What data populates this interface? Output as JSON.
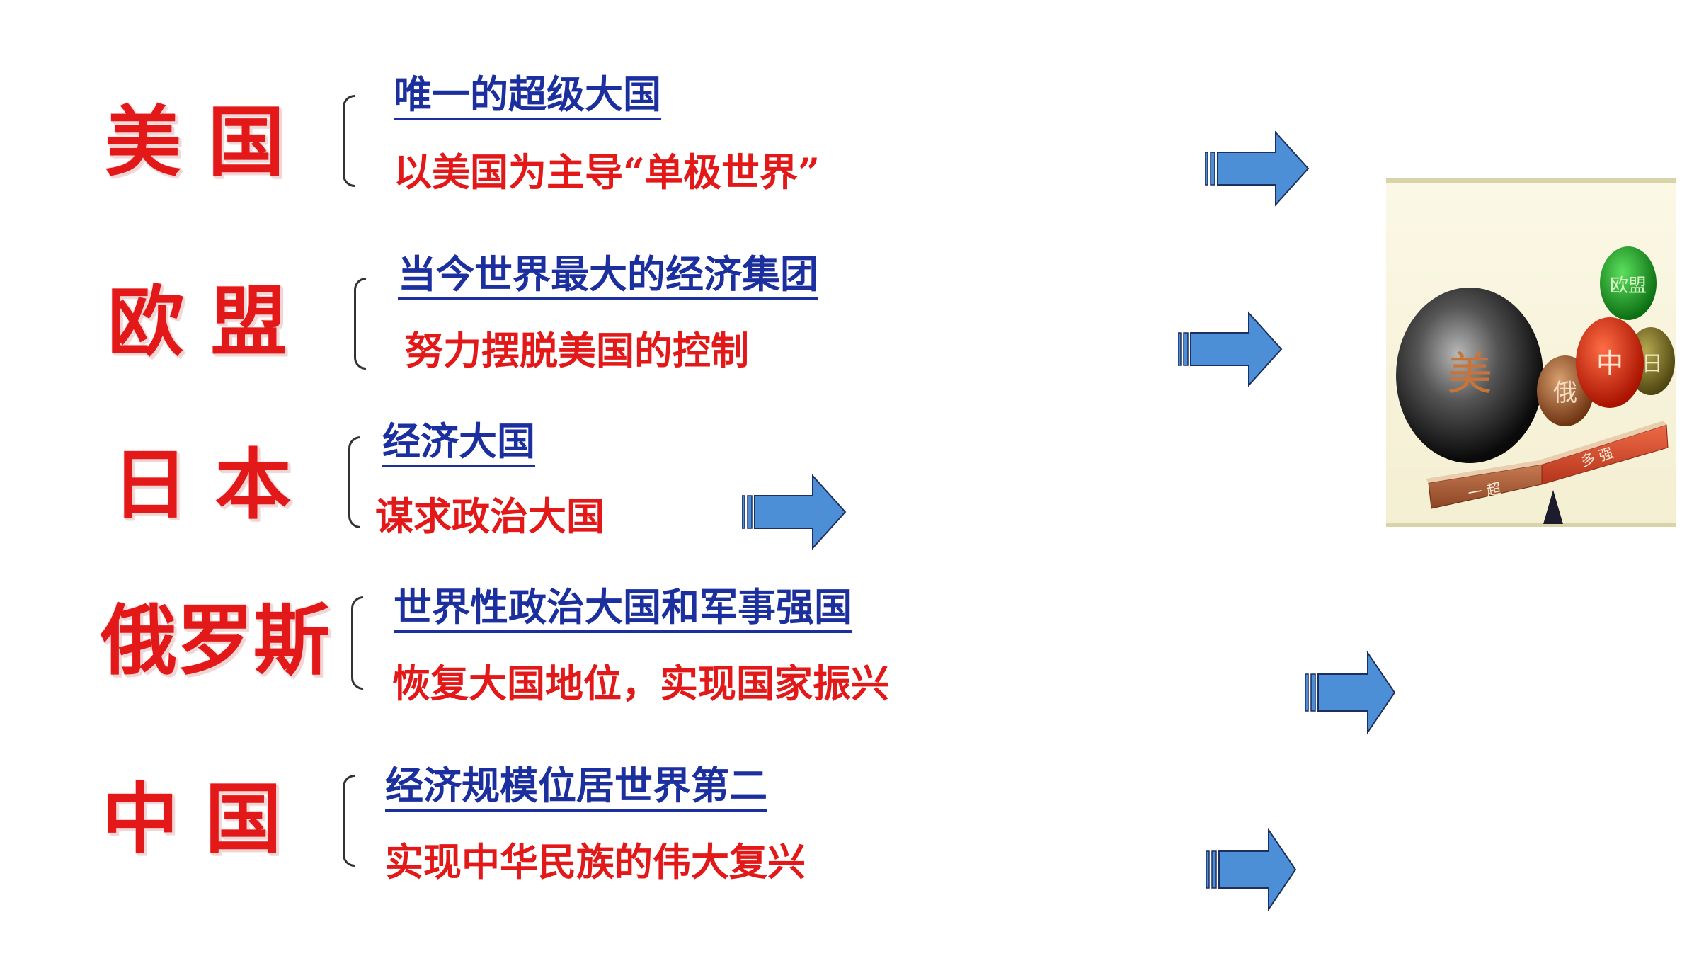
{
  "rows": [
    {
      "country": "美 国",
      "line1": "唯一的超级大国",
      "line2": "以美国为主导“单极世界”"
    },
    {
      "country": "欧 盟",
      "line1": "当今世界最大的经济集团",
      "line2": "努力摆脱美国的控制"
    },
    {
      "country": "日 本",
      "line1": "经济大国",
      "line2": "谋求政治大国"
    },
    {
      "country": "俄罗斯",
      "line1": "世界性政治大国和军事强国",
      "line2": "恢复大国地位，实现国家振兴"
    },
    {
      "country": "中 国",
      "line1": "经济规模位居世界第二",
      "line2": "实现中华民族的伟大复兴"
    }
  ],
  "illustration": {
    "balls": [
      "美",
      "俄",
      "中",
      "日",
      "欧盟"
    ],
    "beam_left": "一 超",
    "beam_right": "多 强"
  },
  "colors": {
    "red": "#e31818",
    "blue": "#1c2f9e",
    "arrow": "#4d8fd6"
  }
}
